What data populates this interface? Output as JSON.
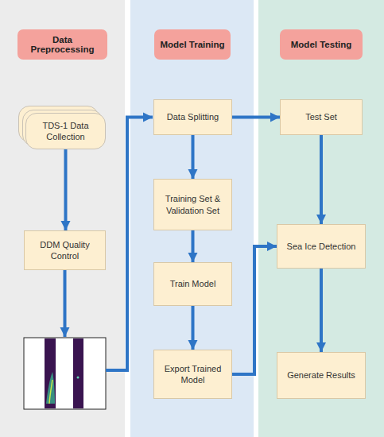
{
  "diagram": {
    "nodes": [
      {
        "text": [
          "Data Preprocessing"
        ]
      },
      {
        "text": [
          "TDS-1 Data Collection"
        ],
        "in": 0
      },
      {
        "text": [
          "DDM Quality Control"
        ],
        "in": 0
      },
      {
        "text": [
          "Model Training"
        ]
      },
      {
        "text": [
          "Data Splitting"
        ],
        "in": 3
      },
      {
        "text": [
          "Training Set & Validation Set"
        ],
        "in": 3
      },
      {
        "text": [
          "Train Model"
        ],
        "in": 3
      },
      {
        "text": [
          "Export Trained Model"
        ],
        "in": 3
      },
      {
        "text": [
          "Model Testing"
        ]
      },
      {
        "text": [
          "Test Set"
        ],
        "in": 8
      },
      {
        "text": [
          "Sea Ice Detection"
        ],
        "in": 8
      },
      {
        "text": [
          "Generate Results"
        ],
        "in": 8
      }
    ],
    "edges": [
      {
        "from": 1,
        "to": 2,
        "arrow": "to"
      },
      {
        "from": 4,
        "to": 5,
        "arrow": "to"
      },
      {
        "from": 5,
        "to": 6,
        "arrow": "to"
      },
      {
        "from": 6,
        "to": 7,
        "arrow": "to"
      },
      {
        "from": 4,
        "to": 9,
        "arrow": "to"
      },
      {
        "from": 9,
        "to": 10,
        "arrow": "to"
      },
      {
        "from": 7,
        "to": 10,
        "arrow": "to"
      },
      {
        "from": 10,
        "to": 11,
        "arrow": "to"
      }
    ]
  }
}
